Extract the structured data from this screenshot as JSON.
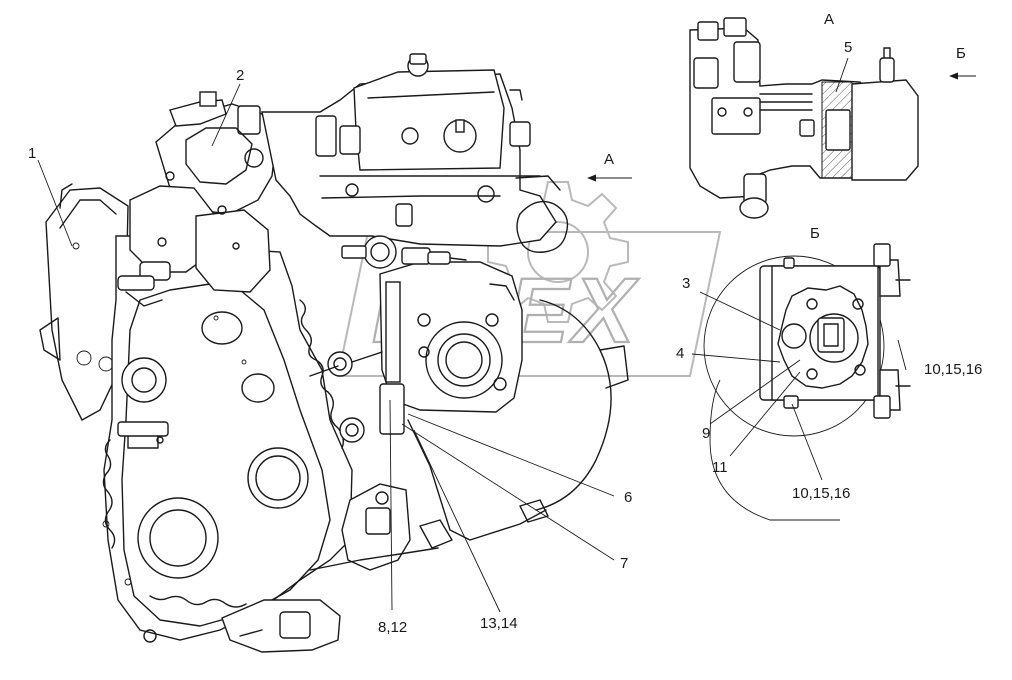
{
  "diagram": {
    "callouts": {
      "c1": "1",
      "c2": "2",
      "c3": "3",
      "c4": "4",
      "c5": "5",
      "c6": "6",
      "c7": "7",
      "c8_12": "8,12",
      "c9": "9",
      "c10_15_16_right": "10,15,16",
      "c10_15_16_bottom": "10,15,16",
      "c11": "11",
      "c13_14": "13,14"
    },
    "views": {
      "view_a_arrow": "А",
      "view_a_title": "А",
      "view_b_arrow": "Б",
      "view_b_title": "Б"
    },
    "watermark": {
      "text": "DPEX",
      "color": "#b0b0b0"
    }
  }
}
